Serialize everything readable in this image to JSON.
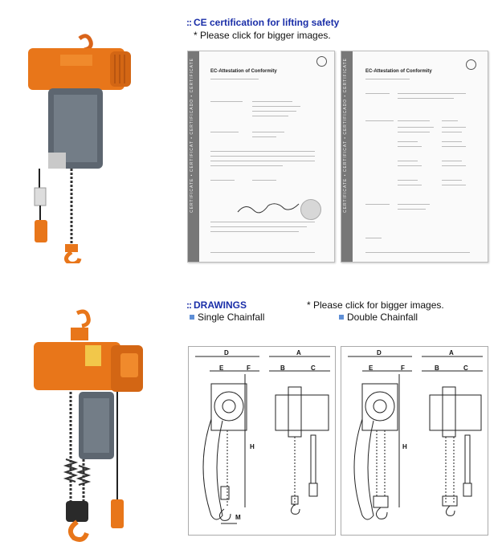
{
  "ce_section": {
    "bullet": "::",
    "heading": "CE certification for lifting safety",
    "note": "* Please click for bigger images.",
    "cert_left": {
      "band": "CERTIFICATE • CERTIFICAT • CERTIFICADO • CERTIFICATE",
      "title": "EC-Attestation of Conformity"
    },
    "cert_right": {
      "band": "CERTIFICATE • CERTIFICAT • CERTIFICADO • CERTIFICATE",
      "title": "EC-Attestation of Conformity"
    }
  },
  "drawings_section": {
    "bullet": "::",
    "heading": "DRAWINGS",
    "note": "* Please click for bigger images.",
    "single_label": "Single Chainfall",
    "double_label": "Double Chainfall",
    "dims_single": [
      "D",
      "A",
      "E",
      "F",
      "B",
      "C",
      "H",
      "M"
    ],
    "dims_double": [
      "D",
      "A",
      "E",
      "F",
      "B",
      "C",
      "H"
    ]
  },
  "colors": {
    "heading_blue": "#1a2ea8",
    "hoist_orange": "#e8761a",
    "bullet_square": "#5f8fd6"
  }
}
